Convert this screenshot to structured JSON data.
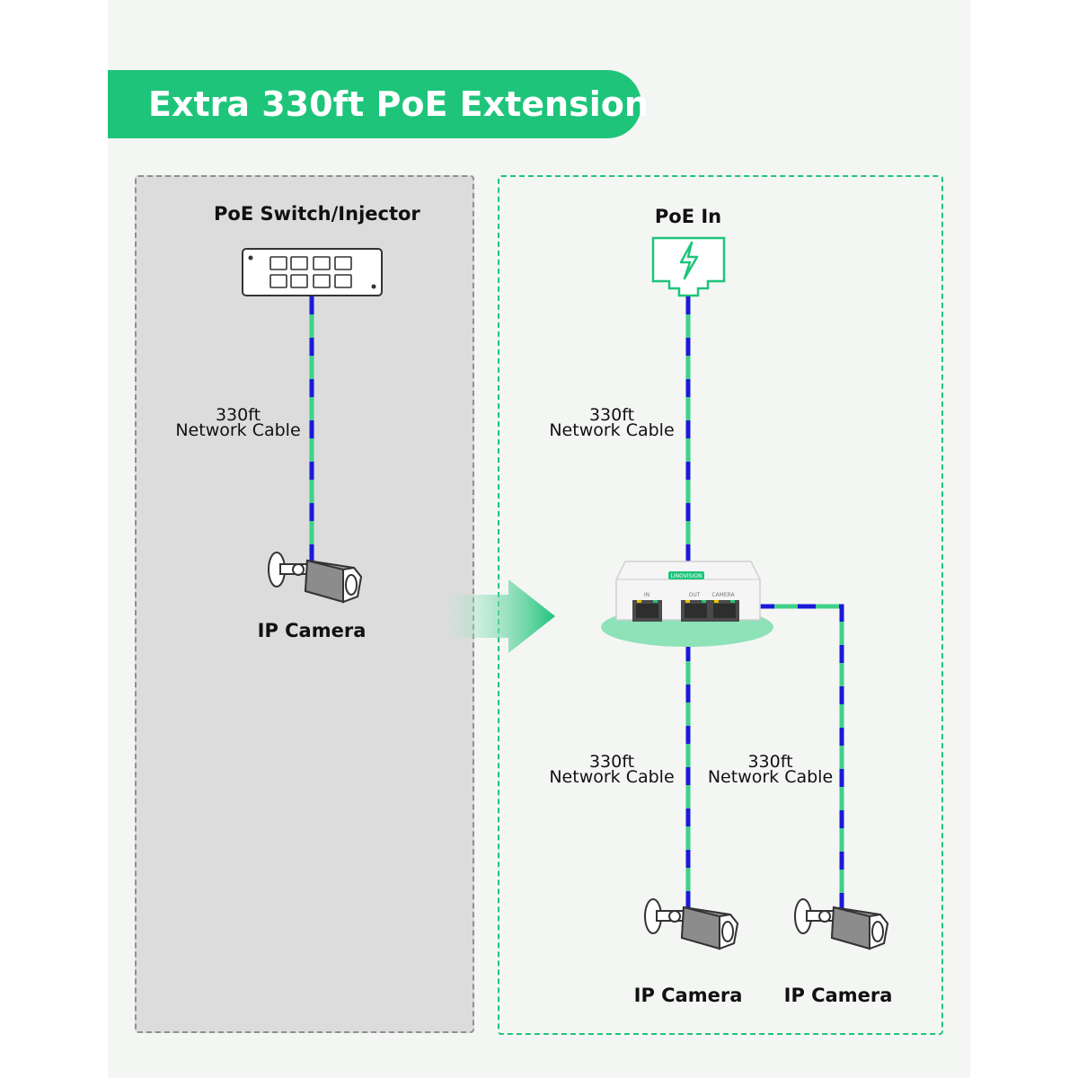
{
  "banner": {
    "title": "Extra 330ft PoE Extension"
  },
  "left": {
    "switch_title": "PoE Switch/Injector",
    "cable": {
      "length": "330ft",
      "type": "Network Cable"
    },
    "camera_label": "IP Camera"
  },
  "right": {
    "poe_in_title": "PoE In",
    "cable_top": {
      "length": "330ft",
      "type": "Network Cable"
    },
    "extender": {
      "brand": "LINOVISION",
      "port_in": "IN",
      "port_out": "OUT",
      "port_camera": "CAMERA"
    },
    "cable_left": {
      "length": "330ft",
      "type": "Network Cable"
    },
    "cable_right": {
      "length": "330ft",
      "type": "Network Cable"
    },
    "camera_left_label": "IP Camera",
    "camera_right_label": "IP Camera"
  },
  "colors": {
    "accent": "#1ec47a",
    "cable_blue": "#1a1ad6",
    "cable_green": "#3fd08a",
    "panel_gray": "#dcdcdc"
  }
}
